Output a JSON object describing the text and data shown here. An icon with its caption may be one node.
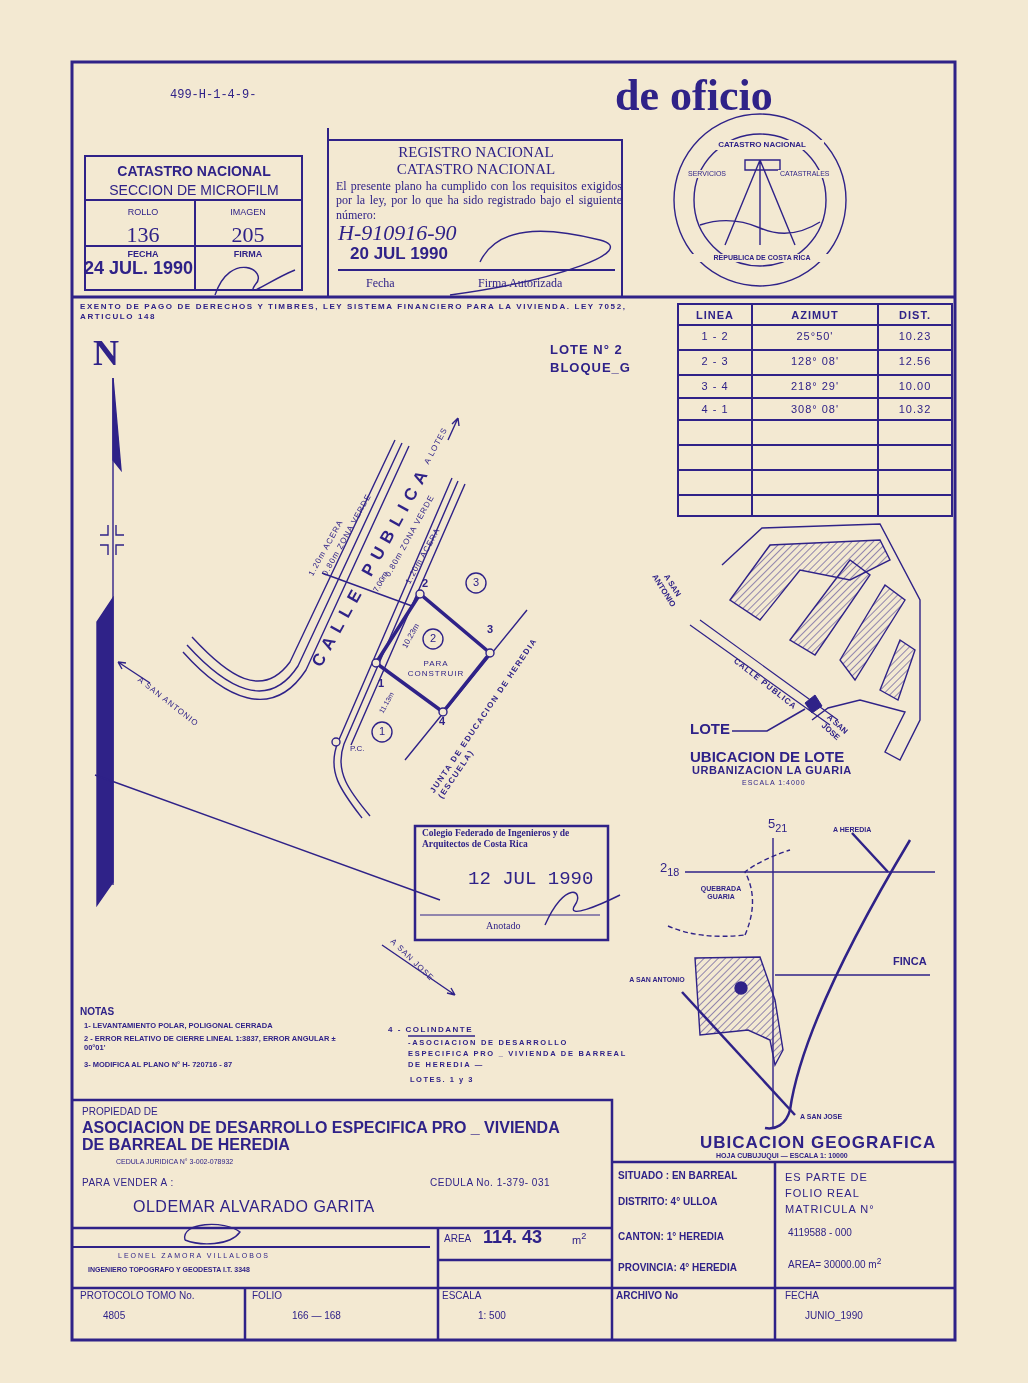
{
  "diagram": {
    "nodes": [
      {
        "text": [
          "LOTE"
        ]
      },
      {
        "text": [],
        "shape": "box"
      }
    ],
    "edges": [
      {
        "from": 0,
        "to": 1,
        "arrow": "none"
      }
    ],
    "labels": [
      "499-H-1-4-9-",
      "de oficio",
      "CATASTRO NACIONAL",
      "SECCION DE MICROFILM",
      "ROLLO",
      "IMAGEN",
      "136",
      "205",
      "FECHA",
      "FIRMA",
      "24 JUL. 1990",
      "REGISTRO NACIONAL",
      "CATASTRO NACIONAL",
      "El presente plano ha cumplido con los requisitos exigidos por la ley, por lo que ha sido registrado bajo el siguiente número:",
      "H-910916-90",
      "20 JUL 1990",
      "Fecha",
      "Firma Autorizada",
      "CATASTRO NACIONAL",
      "SERVICIOS",
      "CATASTRALES",
      "REPUBLICA DE COSTA RICA",
      "EXENTO DE PAGO DE DERECHOS Y TIMBRES, LEY SISTEMA FINANCIERO PARA LA VIVIENDA. LEY 7052, ARTICULO 148",
      "N",
      "LINEA",
      "AZIMUT",
      "DIST.",
      "1 - 2",
      "25°50'",
      "10.23",
      "2 - 3",
      "128° 08'",
      "12.56",
      "3 - 4",
      "218° 29'",
      "10.00",
      "4 - 1",
      "308° 08'",
      "10.32",
      "LOTE N° 2",
      "BLOQUE_G",
      "1.20m ACERA",
      "0.80m ZONA VERDE",
      "7.00m",
      "0.80m ZONA VERDE",
      "1.20m ACERA",
      "CALLE PUBLICA",
      "A LOTES",
      "2",
      "3",
      "1",
      "4",
      "3",
      "2",
      "1",
      "PARA CONSTRUIR",
      "10.23m",
      "11.13m",
      "P.C.",
      "A SAN ANTONIO",
      "JUNTA DE EDUCACION DE HEREDIA (ESCUELA)",
      "A SAN JOSE",
      "Colegio Federado de Ingenieros y de Arquitectos de Costa Rica",
      "12 JUL 1990",
      "Anotado",
      "A SAN ANTONIO",
      "CALLE PUBLICA",
      "A SAN JOSE",
      "UBICACION DE LOTE",
      "URBANIZACION LA GUARIA",
      "ESCALA 1:4000",
      "5$_{21}$",
      "2$_{18}$",
      "A HEREDIA",
      "QUEBRADA GUARIA",
      "FINCA",
      "A SAN ANTONIO",
      "A SAN JOSE",
      "UBICACION GEOGRAFICA",
      "HOJA CUBUJUQUI — ESCALA 1: 10000",
      "NOTAS",
      "1- LEVANTAMIENTO POLAR, POLIGONAL CERRADA",
      "2 - ERROR RELATIVO DE CIERRE LINEAL 1:3837, ERROR ANGULAR ± 00°01'",
      "3- MODIFICA AL PLANO N° H- 720716 - 87",
      "4 - COLINDANTE",
      "-ASOCIACION DE DESARROLLO ESPECIFICA PRO _ VIVIENDA DE BARREAL DE HEREDIA —",
      "LOTES. 1 y 3",
      "PROPIEDAD DE",
      "ASOCIACION DE DESARROLLO ESPECIFICA PRO _ VIVIENDA DE BARREAL DE HEREDIA",
      "CEDULA JURIDICA N° 3-002-078932",
      "PARA VENDER A :",
      "CEDULA No. 1-379- 031",
      "OLDEMAR ALVARADO GARITA",
      "LEONEL ZAMORA VILLALOBOS",
      "INGENIERO TOPOGRAFO Y GEODESTA I.T. 3348",
      "AREA",
      "114. 43",
      "m$^{2}$",
      "SITUADO : EN BARREAL",
      "DISTRITO: 4° ULLOA",
      "CANTON: 1° HEREDIA",
      "PROVINCIA: 4° HEREDIA",
      "ES PARTE DE FOLIO REAL MATRICULA N°",
      "4119588 - 000",
      "AREA= 30000.00 m$^{2}$",
      "PROTOCOLO TOMO No.",
      "4805",
      "FOLIO",
      "166 — 168",
      "ESCALA",
      "1: 500",
      "ARCHIVO No",
      "FECHA",
      "JUNIO_1990"
    ]
  }
}
